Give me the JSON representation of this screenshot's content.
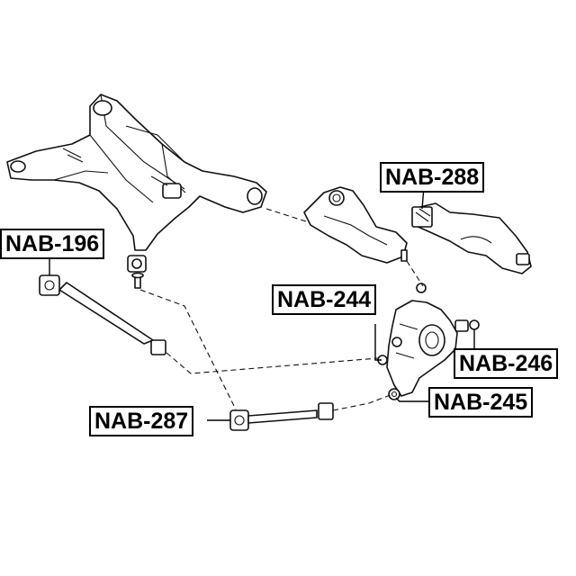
{
  "labels": {
    "nab288": "NAB-288",
    "nab196": "NAB-196",
    "nab244": "NAB-244",
    "nab246": "NAB-246",
    "nab245": "NAB-245",
    "nab287": "NAB-287"
  },
  "colors": {
    "line": "#000000",
    "background": "#ffffff"
  }
}
